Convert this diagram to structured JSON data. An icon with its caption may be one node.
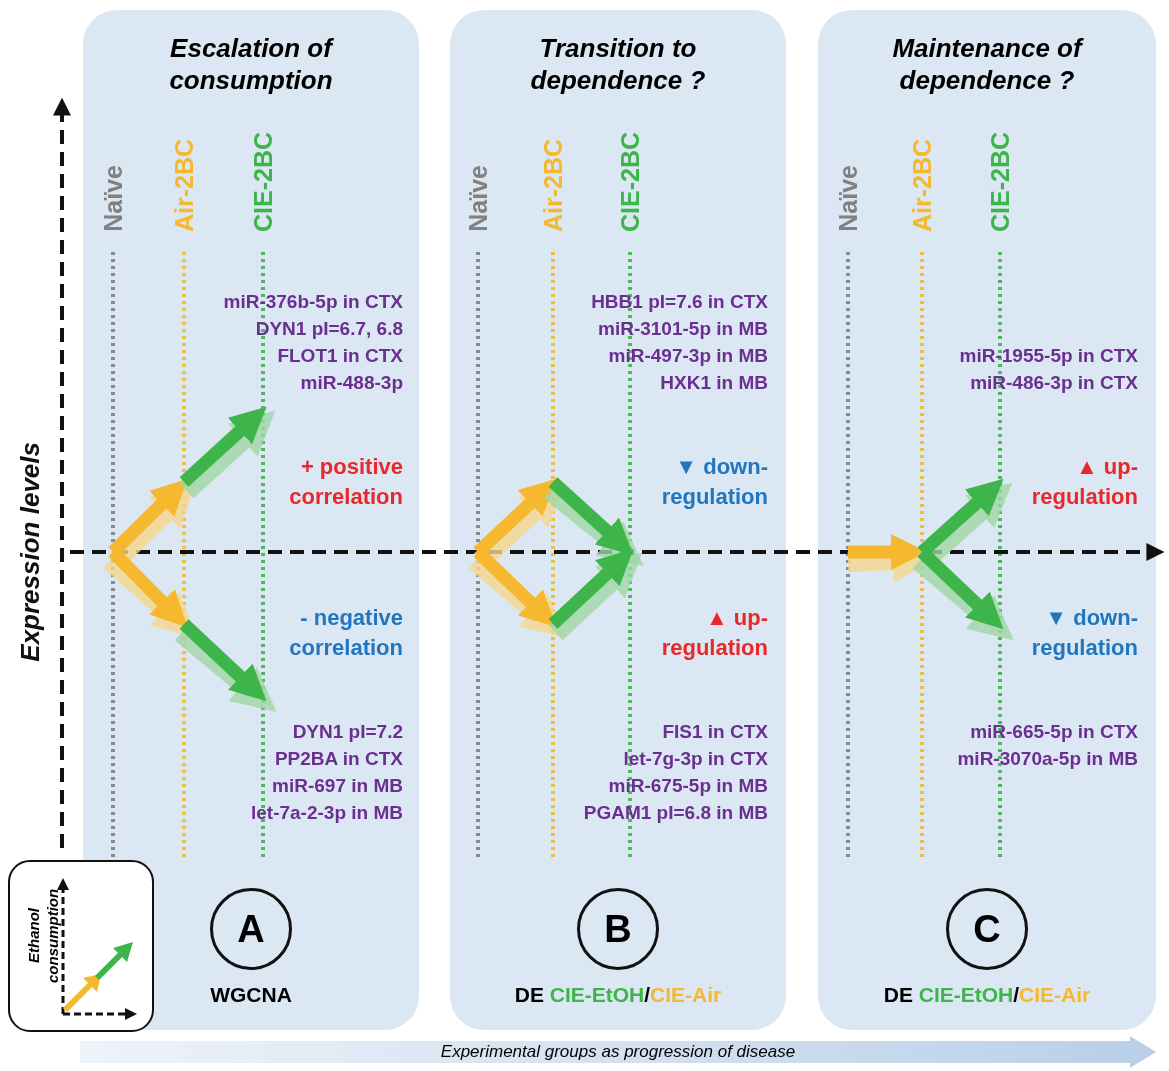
{
  "diagram": {
    "nodes": [
      {
        "text": [
          "Escalation of consumption",
          "WGCNA"
        ]
      },
      {
        "text": [
          "A"
        ],
        "in": 0
      },
      {
        "text": [
          "Transition to dependence ?",
          "DE CIE-EtOH/CIE-Air"
        ]
      },
      {
        "text": [
          "B"
        ],
        "in": 2
      },
      {
        "text": [
          "Maintenance of dependence ?",
          "DE CIE-EtOH/CIE-Air"
        ]
      },
      {
        "text": [
          "C"
        ],
        "in": 4
      },
      {
        "text": [
          "Ethanol consumption"
        ]
      },
      {
        "text": [
          "Experimental groups as progression of disease"
        ]
      }
    ],
    "edges": [],
    "labels": [
      "Expression levels",
      "Naïve",
      "Air-2BC",
      "CIE-2BC",
      "Naïve",
      "Air-2BC",
      "CIE-2BC",
      "Naïve",
      "Air-2BC",
      "CIE-2BC",
      "miR-376b-5p in CTX",
      "DYN1 pI=6.7, 6.8",
      "FLOT1 in CTX",
      "miR-488-3p",
      "+ positive correlation",
      "HBB1 pI=7.6 in CTX",
      "miR-3101-5p in MB",
      "miR-497-3p in MB",
      "HXK1 in MB",
      "▼ down-regulation",
      "miR-1955-5p in CTX",
      "miR-486-3p in CTX",
      "▲ up-regulation",
      "- negative correlation",
      "▲ up-regulation",
      "▼ down-regulation",
      "DYN1 pI=7.2",
      "PP2BA in CTX",
      "miR-697 in MB",
      "let-7a-2-3p in MB",
      "FIS1 in CTX",
      "let-7g-3p in CTX",
      "miR-675-5p in MB",
      "PGAM1 pI=6.8 in MB",
      "miR-665-5p in CTX",
      "miR-3070a-5p in MB"
    ]
  }
}
